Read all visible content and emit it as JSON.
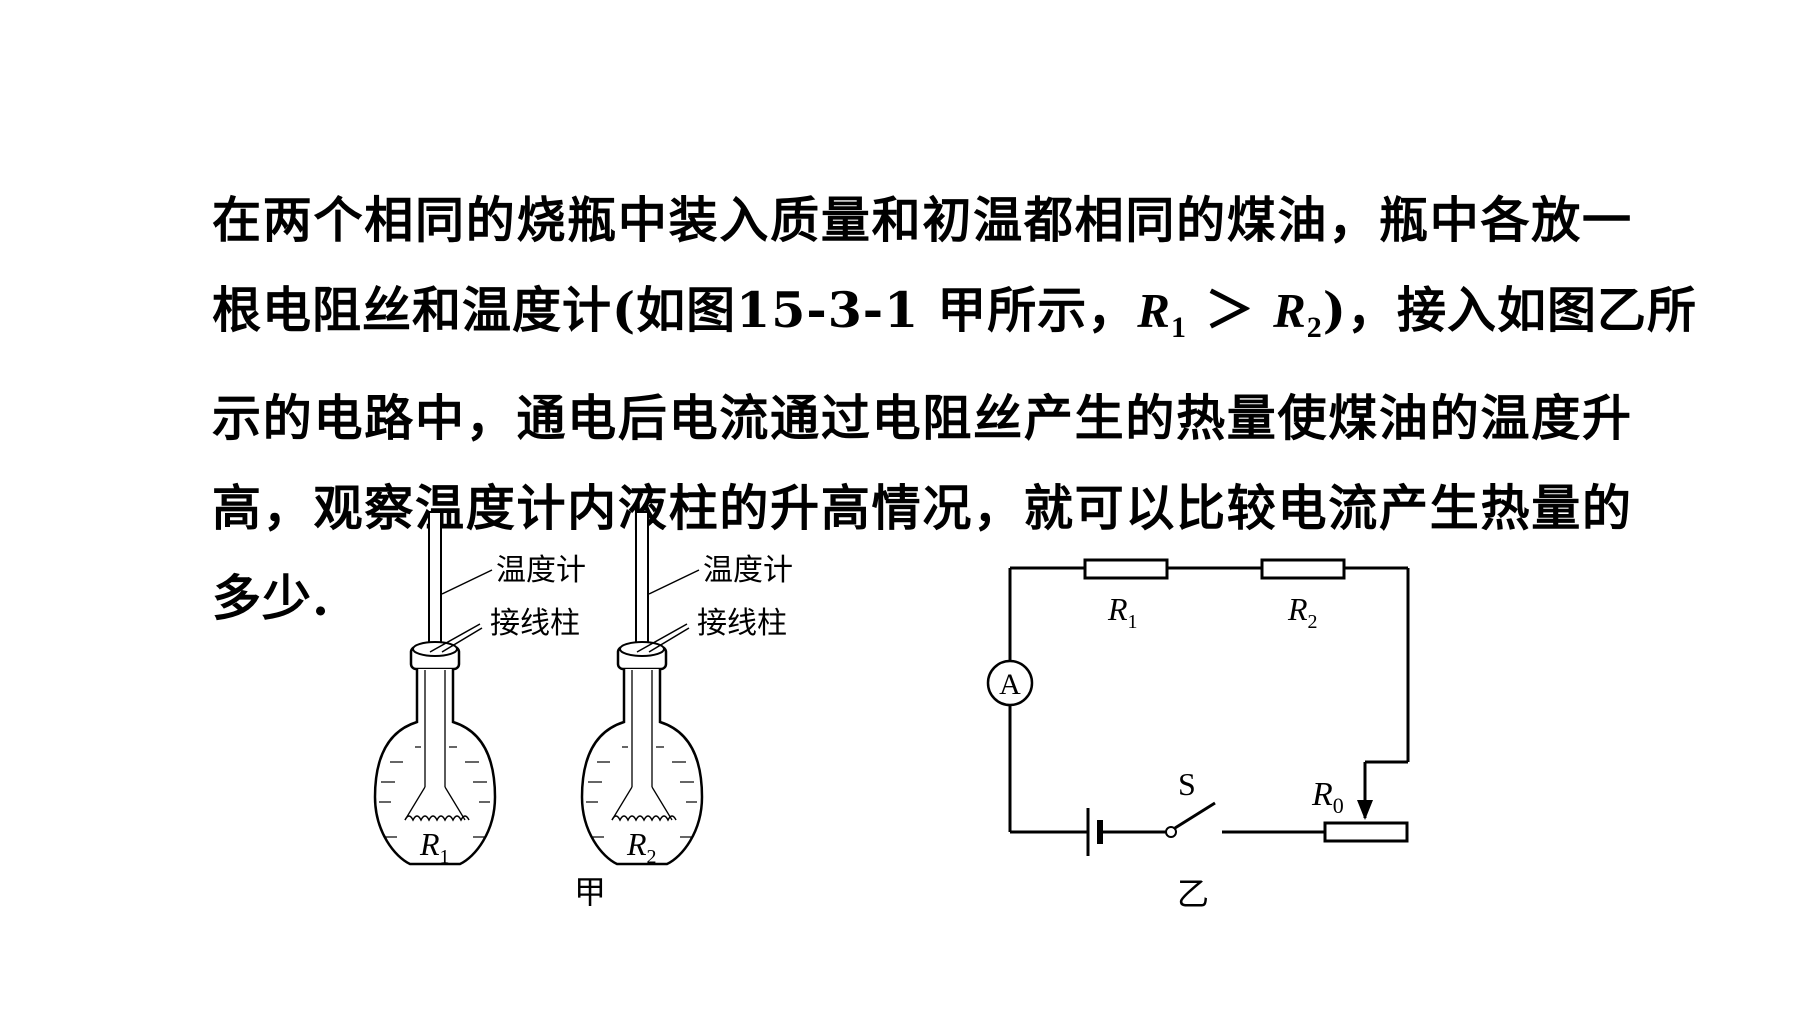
{
  "paragraph": {
    "line1": "在两个相同的烧瓶中装入质量和初温都相同的煤油，瓶中各放一",
    "line2_a": "根电阻丝和温度计(如图15-3-1 甲所示，",
    "line2_r1": "R",
    "line2_r1_sub": "1",
    "line2_gt": " ＞ ",
    "line2_r2": "R",
    "line2_r2_sub": "2",
    "line2_b": ")，接入如图乙所",
    "line3": "示的电路中，通电后电流通过电阻丝产生的热量使煤油的温度升",
    "line4": "高，观察温度计内液柱的升高情况，就可以比较电流产生热量的",
    "line5": "多少."
  },
  "figure_jia": {
    "label_thermometer_1": "温度计",
    "label_terminal_1": "接线柱",
    "label_thermometer_2": "温度计",
    "label_terminal_2": "接线柱",
    "flask1_resistor": "R",
    "flask1_resistor_sub": "1",
    "flask2_resistor": "R",
    "flask2_resistor_sub": "2",
    "caption": "甲"
  },
  "figure_yi": {
    "r1_label": "R",
    "r1_sub": "1",
    "r2_label": "R",
    "r2_sub": "2",
    "ammeter_label": "A",
    "switch_label": "S",
    "r0_label": "R",
    "r0_sub": "0",
    "caption": "乙"
  }
}
